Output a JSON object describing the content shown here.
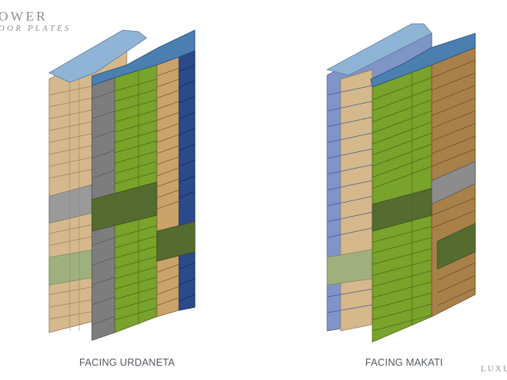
{
  "header": {
    "title_partial": "OWER",
    "subtitle_partial": "OOR PLATES"
  },
  "captions": {
    "left": "FACING URDANETA",
    "right": "FACING MAKATI"
  },
  "footer": {
    "brand_partial": "LUXU"
  },
  "legend_colors": {
    "sky_blue": "#8fb4d6",
    "tan": "#d5b98c",
    "green": "#79a32a",
    "dark_green": "#556b2f",
    "navy": "#2a4a8c",
    "gray": "#8c8c8c",
    "brown": "#a8804a",
    "slate_blue": "#7f95c8",
    "sage": "#9fb07e"
  }
}
